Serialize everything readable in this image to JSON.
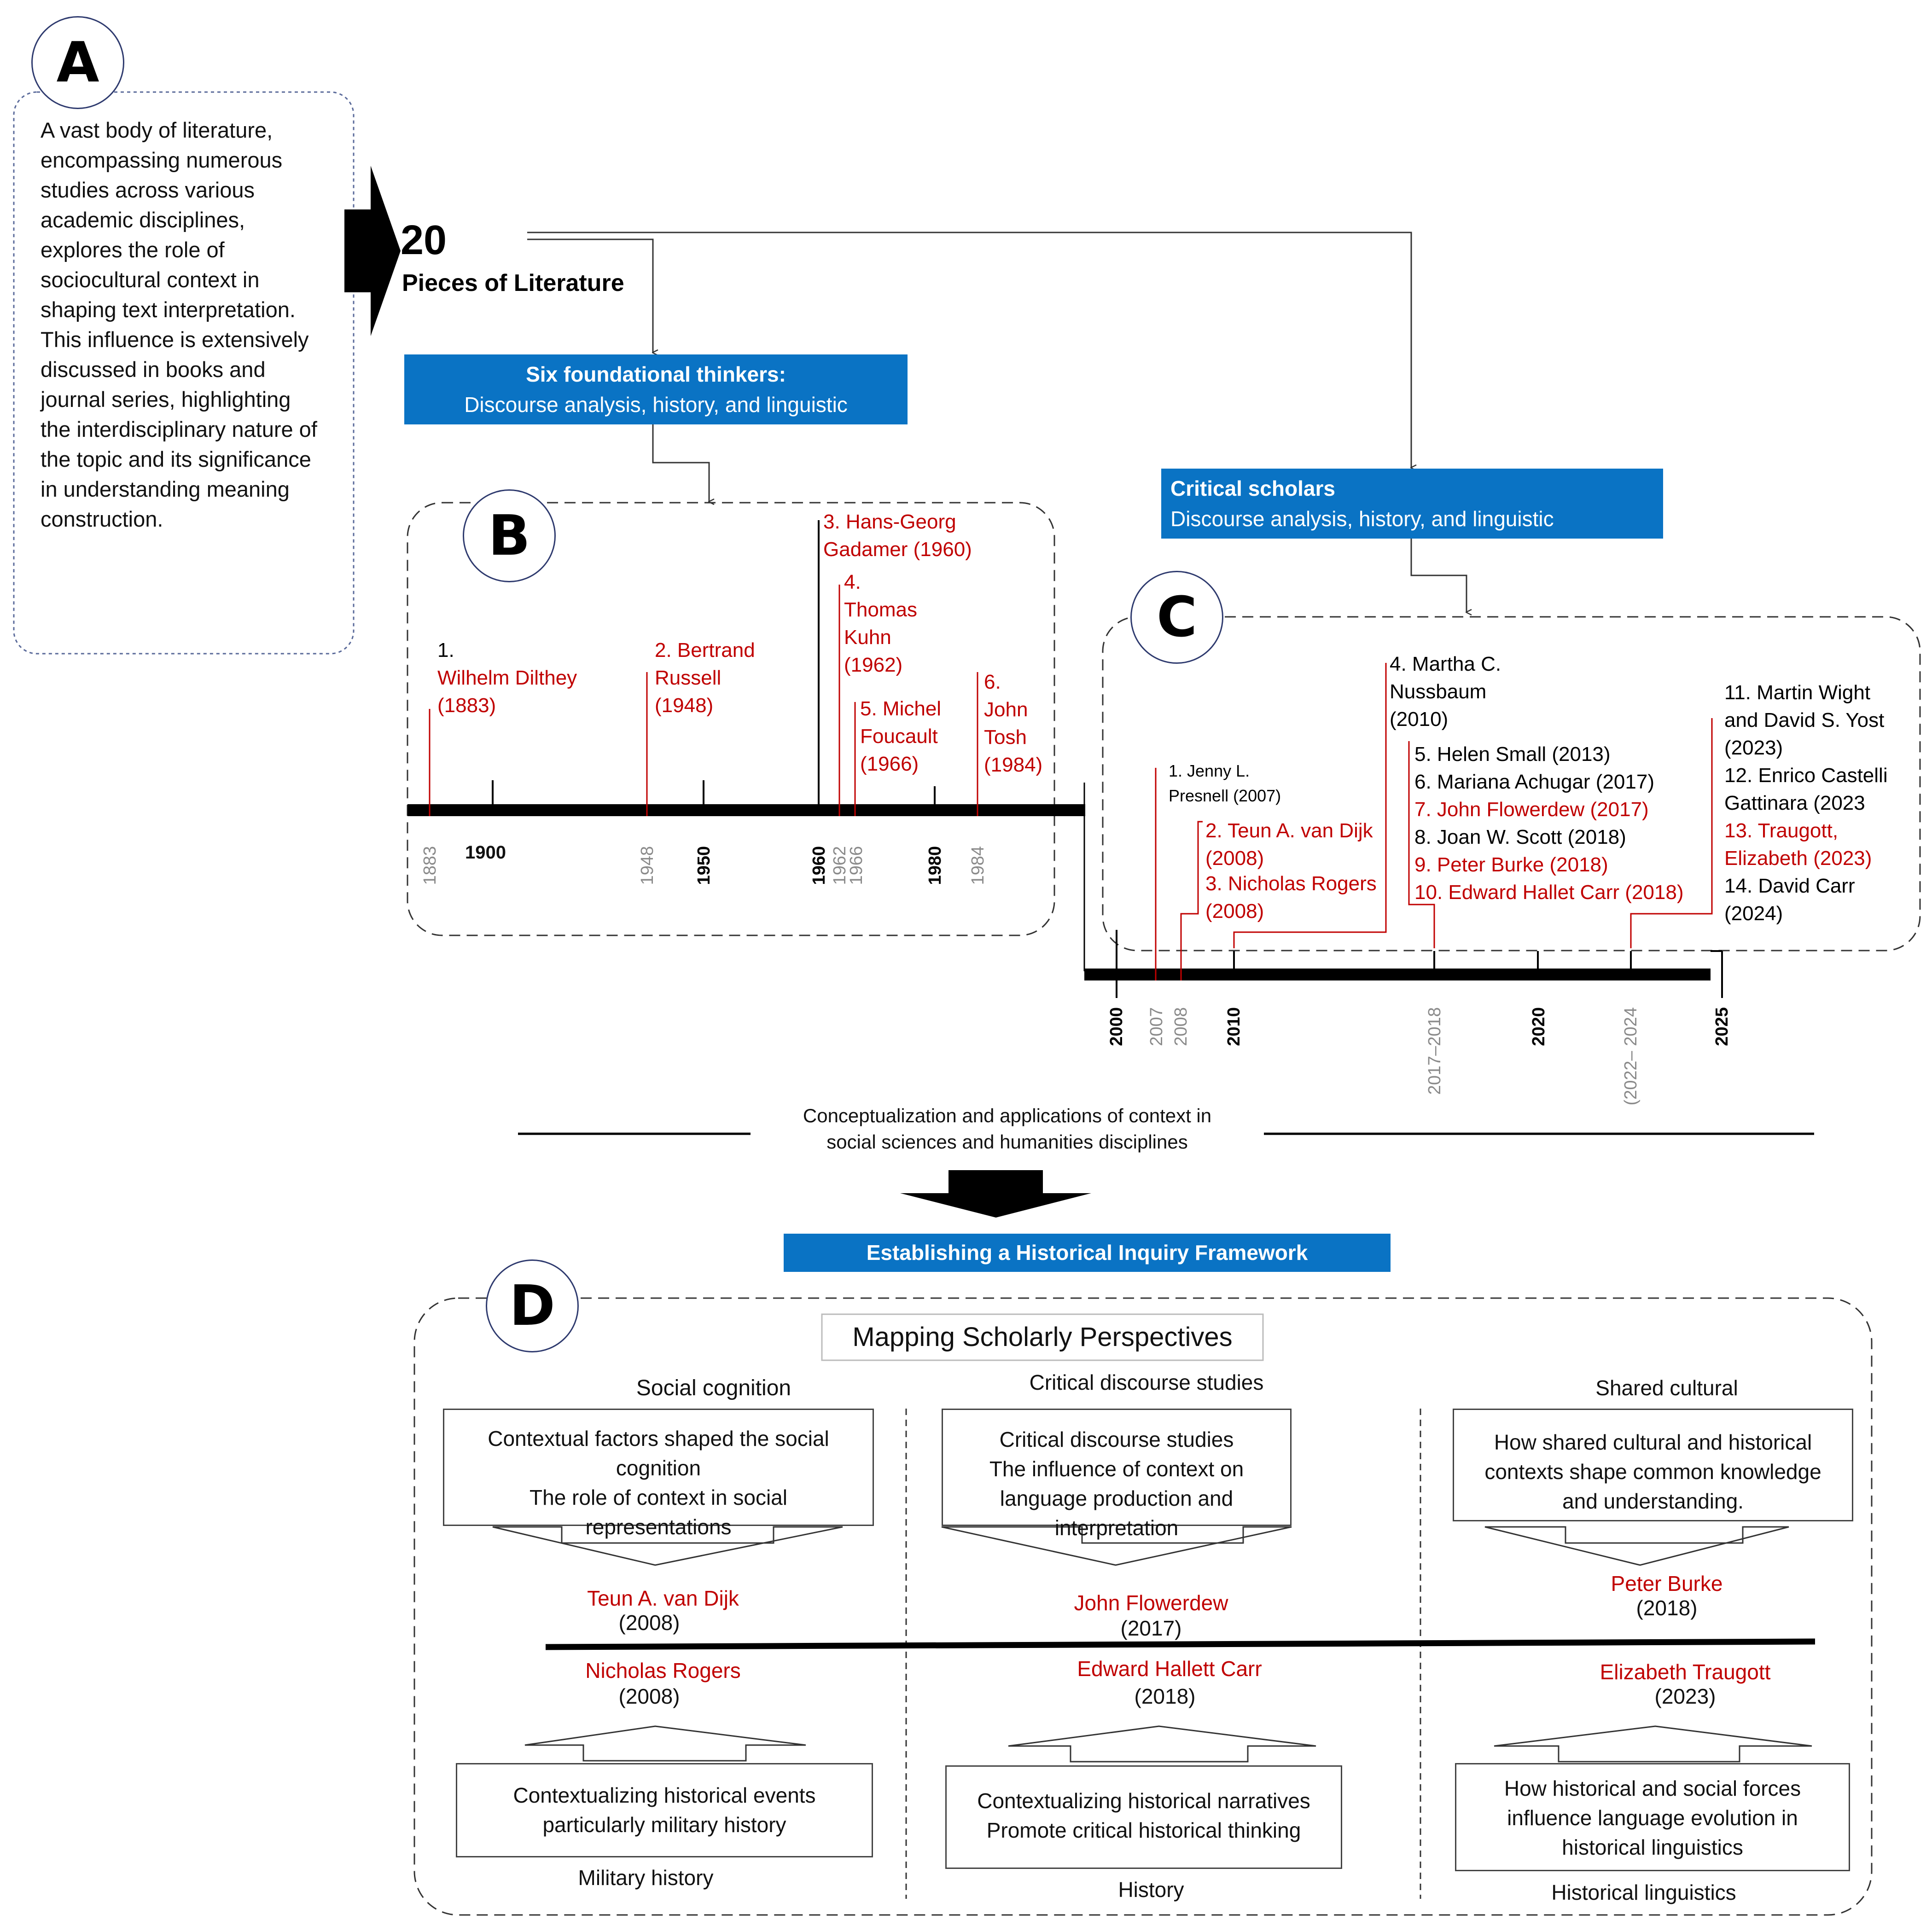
{
  "panel_a": {
    "label": "A",
    "text": "A vast body of literature, encompassing numerous studies across various academic disciplines, explores the role of sociocultural context in shaping text interpretation. This influence is extensively discussed in books and journal series, highlighting the interdisciplinary nature of the topic and its significance in understanding meaning construction.",
    "count": "20",
    "count_label": "Pieces of Literature"
  },
  "foundational": {
    "title": "Six foundational thinkers:",
    "subtitle": "Discourse analysis, history, and linguistic"
  },
  "critical": {
    "title": "Critical scholars",
    "subtitle": "Discourse analysis, history, and linguistic"
  },
  "panel_b": {
    "label": "B",
    "entries": {
      "dilthey_num": "1.",
      "dilthey_name": "Wilhelm Dilthey",
      "dilthey_year": "(1883)",
      "russell_1": "2. Bertrand",
      "russell_2": "Russell",
      "russell_3": "(1948)",
      "gadamer_1": "3. Hans-Georg",
      "gadamer_2": "Gadamer (1960)",
      "kuhn_1": "4.",
      "kuhn_2": "Thomas",
      "kuhn_3": "Kuhn",
      "kuhn_4": "(1962)",
      "foucault_1": "5. Michel",
      "foucault_2": "Foucault",
      "foucault_3": "(1966)",
      "tosh_1": "6.",
      "tosh_2": "John",
      "tosh_3": "Tosh",
      "tosh_4": "(1984)"
    },
    "axis": {
      "y1883": "1883",
      "y1900": "1900",
      "y1948": "1948",
      "y1950": "1950",
      "y1960": "1960",
      "y1962": "1962",
      "y1966": "1966",
      "y1980": "1980",
      "y1984": "1984"
    }
  },
  "panel_c": {
    "label": "C",
    "presnell_1": "1. Jenny L.",
    "presnell_2": "Presnell (2007)",
    "vandijk_1": "2.  Teun A. van Dijk",
    "vandijk_2": "(2008)",
    "rogers_1": "3. Nicholas Rogers",
    "rogers_2": "(2008)",
    "nussbaum_1": "4. Martha C.",
    "nussbaum_2": "Nussbaum",
    "nussbaum_3": "(2010)",
    "group2": {
      "l5": "5.  Helen Small (2013)",
      "l6": "6. Mariana Achugar (2017)",
      "l7": "7. John Flowerdew (2017)",
      "l8": "8. Joan W. Scott (2018)",
      "l9": "9.  Peter Burke (2018)",
      "l10": "10. Edward Hallet Carr (2018)"
    },
    "group3": {
      "l11a": "11. Martin Wight",
      "l11b": "and David S. Yost",
      "l11c": "(2023)",
      "l12a": "12. Enrico Castelli",
      "l12b": "Gattinara (2023",
      "l13a": "13. Traugott,",
      "l13b": "Elizabeth (2023)",
      "l14a": "14. David Carr",
      "l14b": "(2024)"
    },
    "axis": {
      "y2000": "2000",
      "y2007": "2007",
      "y2008": "2008",
      "y2010": "2010",
      "y2017_2018": "2017–2018",
      "y2020": "2020",
      "y2022_2024": "(2022– 2024",
      "y2025": "2025"
    }
  },
  "conceptual": {
    "line1": "Conceptualization and applications of context in",
    "line2": "social sciences and humanities disciplines"
  },
  "framework": {
    "title": "Establishing a Historical Inquiry Framework"
  },
  "panel_d": {
    "label": "D",
    "title": "Mapping Scholarly Perspectives",
    "columns": [
      {
        "heading": "Social cognition",
        "top_text": "Contextual factors shaped the social cognition\nThe role of context in social representations",
        "top_name": "Teun A. van Dijk",
        "top_year": "(2008)",
        "bottom_name": "Nicholas Rogers",
        "bottom_year": "(2008)",
        "bottom_text": "Contextualizing historical events particularly military history",
        "footer": "Military history"
      },
      {
        "heading": "Critical discourse studies",
        "top_text": "Critical discourse studies\nThe influence of context on language production and interpretation",
        "top_name": "John Flowerdew",
        "top_year": "(2017)",
        "bottom_name": "Edward Hallett Carr",
        "bottom_year": "(2018)",
        "bottom_text": "Contextualizing historical narratives\nPromote critical historical thinking",
        "footer": "History"
      },
      {
        "heading": "Shared cultural",
        "top_text": "How shared cultural and historical contexts shape common knowledge and understanding.",
        "top_name": "Peter Burke",
        "top_year": "(2018)",
        "bottom_name": "Elizabeth Traugott",
        "bottom_year": "(2023)",
        "bottom_text": "How historical and social forces influence language evolution in historical linguistics",
        "footer": "Historical linguistics"
      }
    ]
  },
  "colors": {
    "accent_blue": "#0a73c4",
    "name_red": "#c00000",
    "year_grey": "#8a8a8a"
  }
}
